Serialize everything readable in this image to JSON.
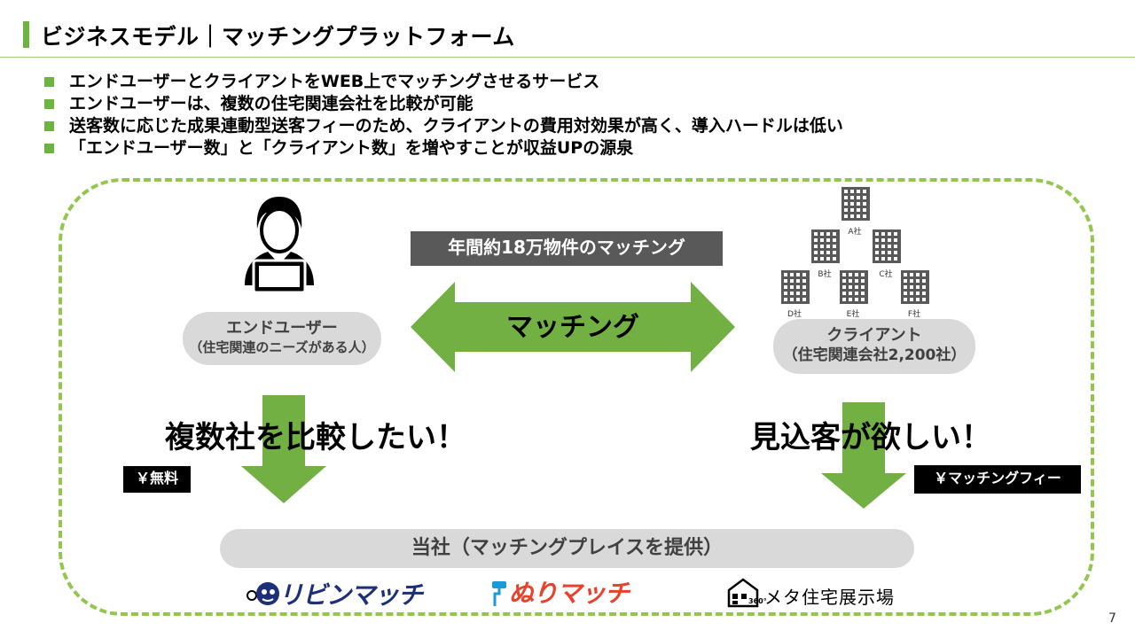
{
  "header": {
    "title": "ビジネスモデル｜マッチングプラットフォーム"
  },
  "bullets": [
    "エンドユーザーとクライアントをWEB上でマッチングさせるサービス",
    "エンドユーザーは、複数の住宅関連会社を比較が可能",
    "送客数に応じた成果連動型送客フィーのため、クライアントの費用対効果が高く、導入ハードルは低い",
    "「エンドユーザー数」と「クライアント数」を増やすことが収益UPの源泉"
  ],
  "diagram": {
    "annual_matching": "年間約18万物件のマッチング",
    "matching_arrow": "マッチング",
    "end_user": {
      "label": "エンドユーザー",
      "sub": "（住宅関連のニーズがある人）"
    },
    "client": {
      "label": "クライアント",
      "sub": "（住宅関連会社2,200社）"
    },
    "companies": [
      "A社",
      "B社",
      "C社",
      "D社",
      "E社",
      "F社"
    ],
    "user_need": "複数社を比較したい！",
    "client_need": "見込客が欲しい！",
    "fee_user": "￥無料",
    "fee_client": "￥マッチングフィー",
    "company": "当社（マッチングプレイスを提供）",
    "logos": {
      "rebin": "リビンマッチ",
      "nuri": "ぬりマッチ",
      "meta": "メタ住宅展示場",
      "meta_badge": "360°"
    },
    "colors": {
      "accent": "#6cb33f",
      "arrow": "#72b043",
      "dashed": "#92c64e",
      "pill": "#d9d9d9"
    }
  },
  "page_number": "7"
}
